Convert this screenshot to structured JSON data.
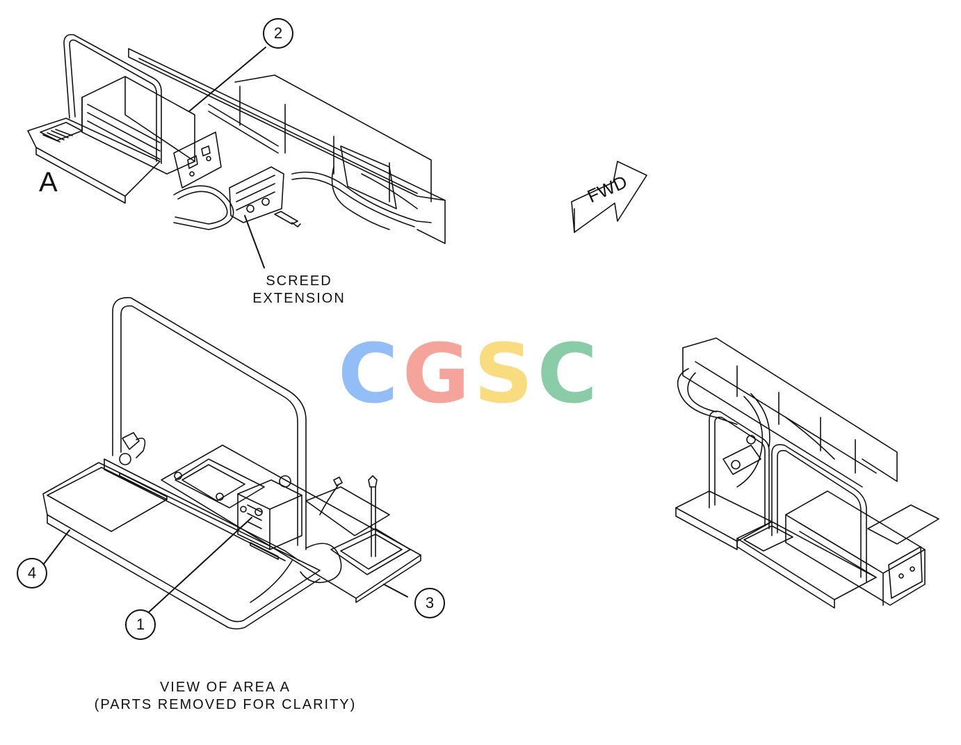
{
  "view_label": "A",
  "fwd_label": "FWD",
  "callouts": [
    {
      "id": "1",
      "label": "1"
    },
    {
      "id": "2",
      "label": "2"
    },
    {
      "id": "3",
      "label": "3"
    },
    {
      "id": "4",
      "label": "4"
    }
  ],
  "notes": {
    "screed_line1": "SCREED",
    "screed_line2": "EXTENSION",
    "view_line1": "VIEW OF AREA A",
    "view_line2": "(PARTS REMOVED FOR CLARITY)"
  },
  "watermark": {
    "letters": [
      "C",
      "G",
      "S",
      "C"
    ],
    "colors": [
      "#7fb2f5",
      "#f4958a",
      "#f9d76a",
      "#76c29a"
    ]
  },
  "line_color": "#111111"
}
